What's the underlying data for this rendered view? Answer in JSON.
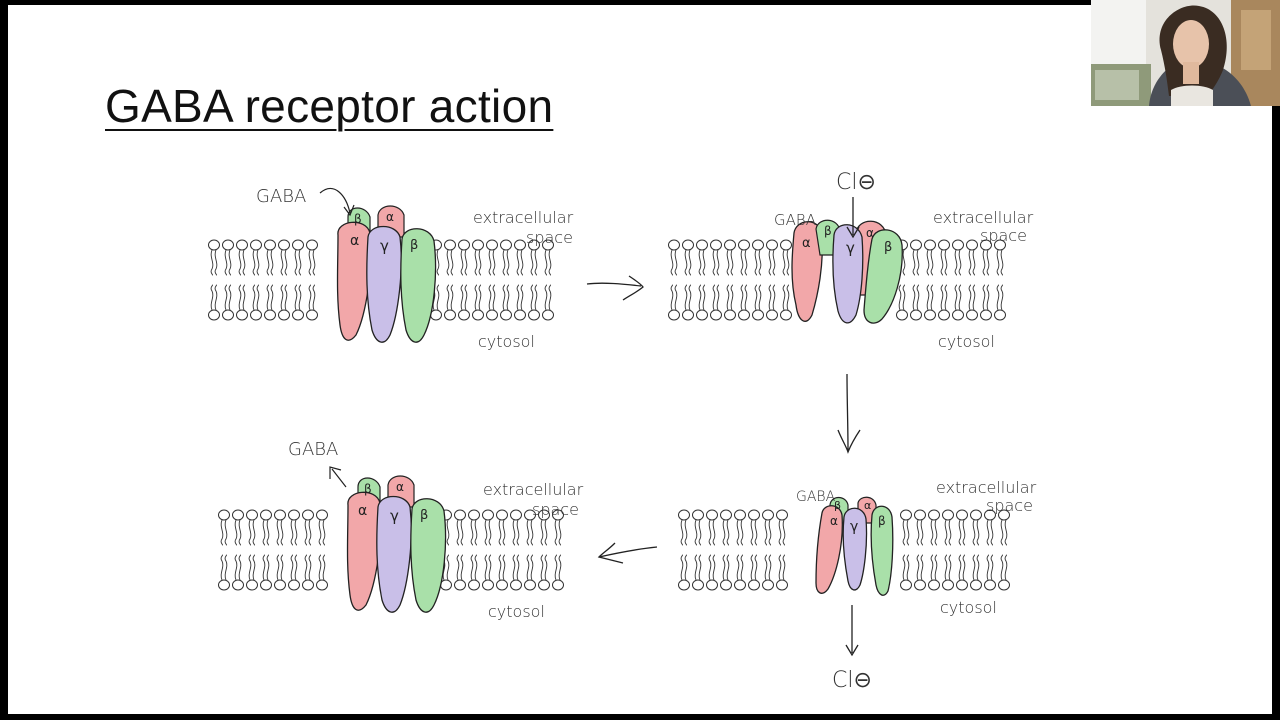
{
  "slide": {
    "title": "GABA receptor action"
  },
  "labels": {
    "gaba": "GABA",
    "chloride": "Cl⊖",
    "extracellular_1": "extracellular",
    "extracellular_2": "space",
    "cytosol": "cytosol"
  },
  "subunits": {
    "alpha": "α",
    "beta": "β",
    "gamma": "γ"
  },
  "colors": {
    "alpha": "#f2a7a9",
    "beta": "#a9e0a9",
    "gamma": "#c9bfe8",
    "background": "#000000",
    "slide": "#ffffff"
  },
  "icons": {
    "arrow_right": "flow-arrow-right-icon",
    "arrow_down": "flow-arrow-down-icon",
    "arrow_left": "flow-arrow-left-icon"
  },
  "webcam": {
    "content": "presenter-video"
  }
}
